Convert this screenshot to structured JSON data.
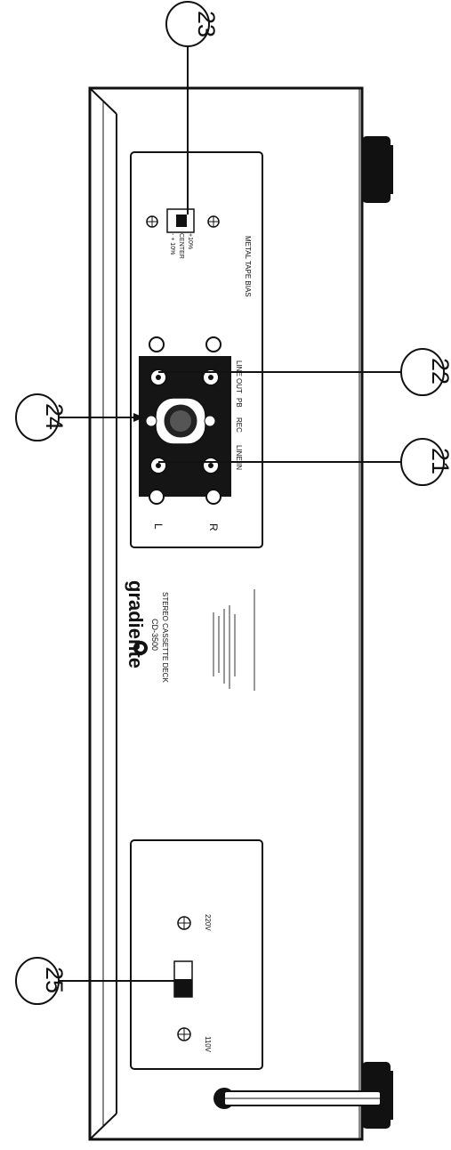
{
  "callouts": {
    "c21": "21",
    "c22": "22",
    "c23": "23",
    "c24": "24",
    "c25": "25"
  },
  "brand": {
    "name": "gradiente",
    "model": "CD-3500",
    "description": "STEREO CASSETTE DECK"
  },
  "bias_panel": {
    "label": "METAL TAPE BIAS",
    "minus": "- + 10%",
    "center": "CENTER",
    "plus": "+10%"
  },
  "jack_panel": {
    "channel_left": "L",
    "channel_right": "R",
    "line_in": "LINE IN",
    "rec": "REC",
    "pb": "PB",
    "line_out": "LINE OUT"
  },
  "voltage_panel": {
    "v110": "110V",
    "v220": "220V"
  },
  "colors": {
    "ink": "#111111",
    "panel_fill": "#ffffff",
    "jack_plate": "#151515"
  }
}
